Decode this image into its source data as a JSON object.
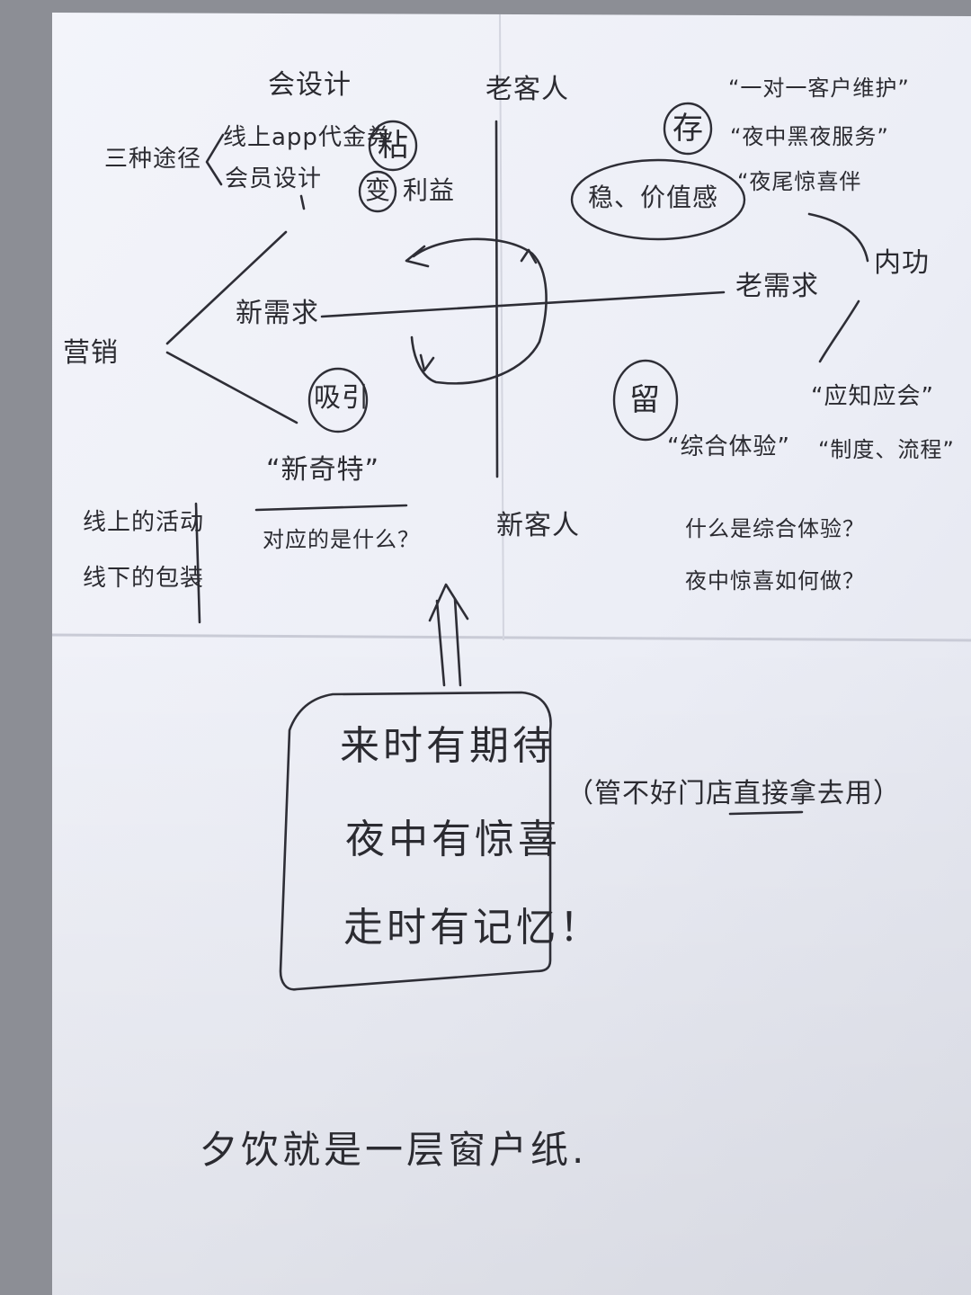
{
  "top_left": {
    "title": "会设计",
    "line1": "线上app代金券",
    "line2": "会员设计",
    "side_label": "三种途径",
    "circle_1": "粘",
    "circle_2": "变",
    "benefit": "利益"
  },
  "top_right": {
    "axis_label": "老客人",
    "circle_keep": "存",
    "circle_mind": "稳、价值感",
    "quote_1": "“一对一客户维护”",
    "quote_2": "“夜中黑夜服务”",
    "quote_3": "“夜尾惊喜伴"
  },
  "right": {
    "old_demand": "老需求",
    "inner": "内功"
  },
  "left": {
    "new_demand": "新需求",
    "marketing": "营销"
  },
  "attract": {
    "circle": "吸引",
    "novelty": "“新奇特”",
    "question": "对应的是什么？",
    "online": "线上的活动",
    "offline": "线下的包装"
  },
  "bottom_right": {
    "circle_stay": "留",
    "should_know": "“应知应会”",
    "experience": "“综合体验”",
    "system": "“制度、流程”",
    "q1": "什么是综合体验？",
    "q2": "夜中惊喜如何做？"
  },
  "new_guest": "新客人",
  "box": {
    "line1": "来时有期待",
    "line2": "夜中有惊喜",
    "line3": "走时有记忆！"
  },
  "side_note": "（管不好门店直接拿去用）",
  "bottom": "夕饮就是一层窗户纸."
}
